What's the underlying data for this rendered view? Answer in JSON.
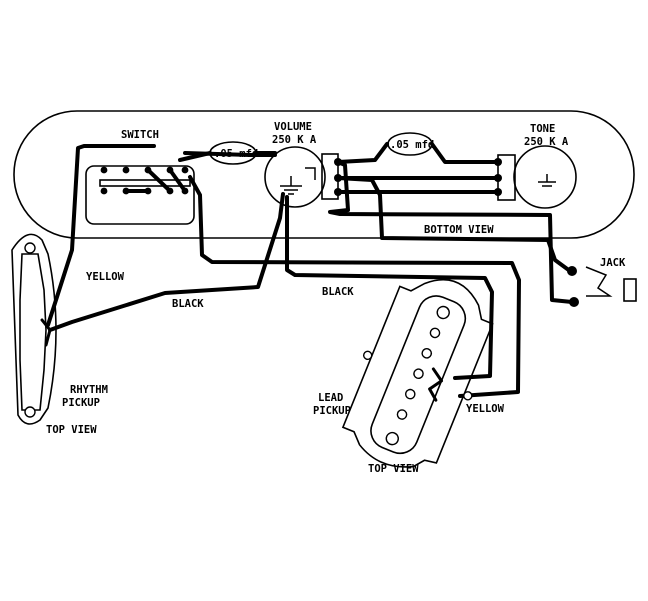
{
  "labels": {
    "switch": "SWITCH",
    "volume": "VOLUME",
    "volume_value": "250 K A",
    "tone": "TONE",
    "tone_value": "250 K A",
    "cap_1": ".05 mfd",
    "cap_2": ".05 mfd",
    "bottom_view": "BOTTOM VIEW",
    "jack": "JACK",
    "yellow_1": "YELLOW",
    "black_1": "BLACK",
    "black_2": "BLACK",
    "rhythm": "RHYTHM",
    "pickup_1": "PICKUP",
    "top_view_1": "TOP VIEW",
    "lead": "LEAD",
    "pickup_2": "PICKUP",
    "yellow_2": "YELLOW",
    "top_view_2": "TOP VIEW"
  },
  "colors": {
    "ink": "#000000",
    "paper": "#ffffff"
  }
}
